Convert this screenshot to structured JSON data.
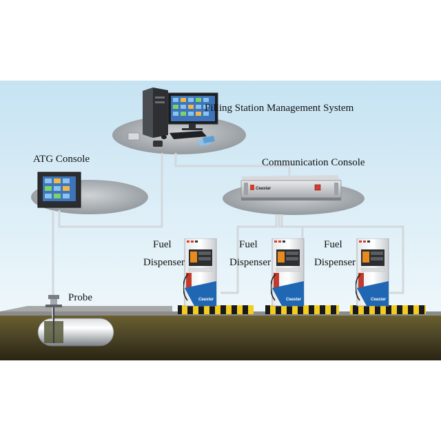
{
  "labels": {
    "management_system": "Filling Station Management System",
    "atg_console": "ATG Console",
    "communication_console": "Communication Console",
    "probe": "Probe"
  },
  "dispensers": [
    {
      "line1": "Fuel",
      "line2": "Dispenser",
      "brand": "Ceastar"
    },
    {
      "line1": "Fuel",
      "line2": "Dispenser",
      "brand": "Ceastar"
    },
    {
      "line1": "Fuel",
      "line2": "Dispenser",
      "brand": "Ceastar"
    }
  ],
  "console_brand": "Ceastar",
  "colors": {
    "sky_top": "#c6e3f2",
    "sky_bottom": "#eef7fb",
    "ground": "#4a4326",
    "ground_dark": "#2a2412",
    "platform_gray": "#8c8c8c",
    "hazard_yellow": "#f2cc1f",
    "cable": "#d2d8dc",
    "dispenser_blue": "#1f66b3",
    "ellipse_gray": "#a9aeb3"
  },
  "icons": [
    "computer-icon",
    "monitor-icon",
    "keyboard-icon",
    "mouse-icon",
    "card-reader-icon",
    "rack-console-icon",
    "atg-console-icon",
    "fuel-dispenser-icon",
    "probe-icon",
    "underground-tank-icon"
  ]
}
